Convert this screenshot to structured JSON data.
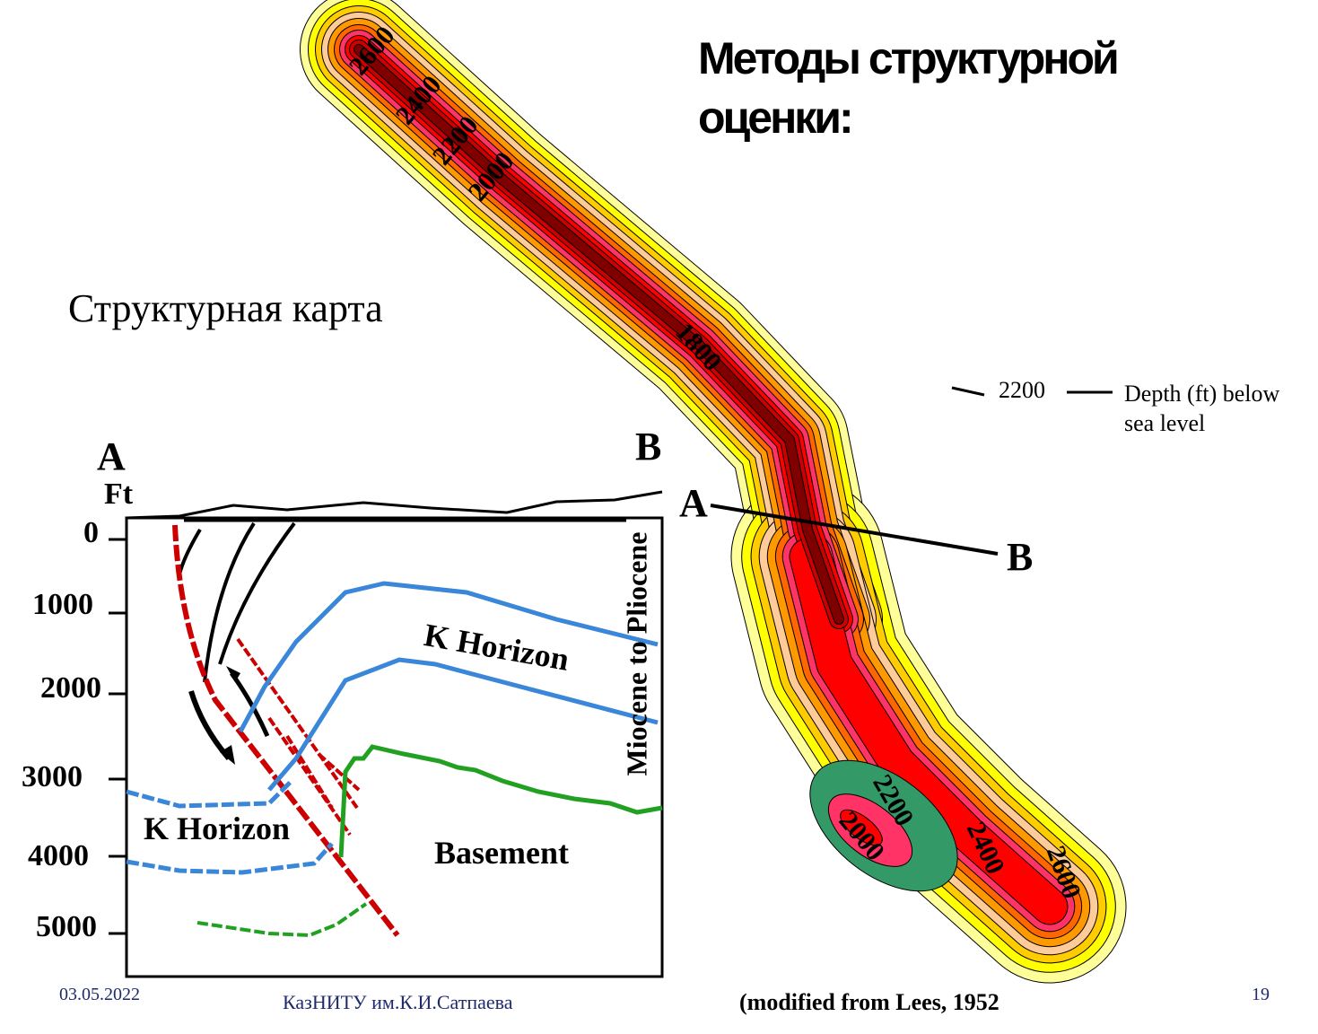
{
  "slide": {
    "title": "Методы структурной оценки:",
    "title_line1": "Методы структурной",
    "title_line2": "оценки:",
    "subtitle": "Структурная карта",
    "page_number": "19"
  },
  "map": {
    "contour_labels_upper": [
      "2600",
      "2400",
      "2200",
      "2000",
      "1800"
    ],
    "contour_labels_lower": [
      "2200",
      "2000",
      "2400",
      "2600"
    ],
    "section_line": {
      "start": "A",
      "end": "B"
    },
    "colors": [
      "#ffff99",
      "#ffff00",
      "#ffcc00",
      "#ffcc99",
      "#ff9900",
      "#ff6600",
      "#ff3366",
      "#ff0000",
      "#cc0000",
      "#800000",
      "#339966"
    ]
  },
  "legend": {
    "contour_value": "2200",
    "description_line1": "Depth (ft) below",
    "description_line2": "sea level"
  },
  "cross_section": {
    "left_label": "A",
    "right_label": "B",
    "unit": "Ft",
    "depth_ticks": [
      "0",
      "1000",
      "2000",
      "3000",
      "4000",
      "5000"
    ],
    "k_horizon_right": "K Horizon",
    "k_horizon_left": "K Horizon",
    "basement": "Basement",
    "miocene": "Miocene to Pliocene"
  },
  "footer": {
    "date": "03.05.2022",
    "organization": "КазНИТУ им.К.И.Сатпаева",
    "source": "(modified from Lees, 1952"
  }
}
